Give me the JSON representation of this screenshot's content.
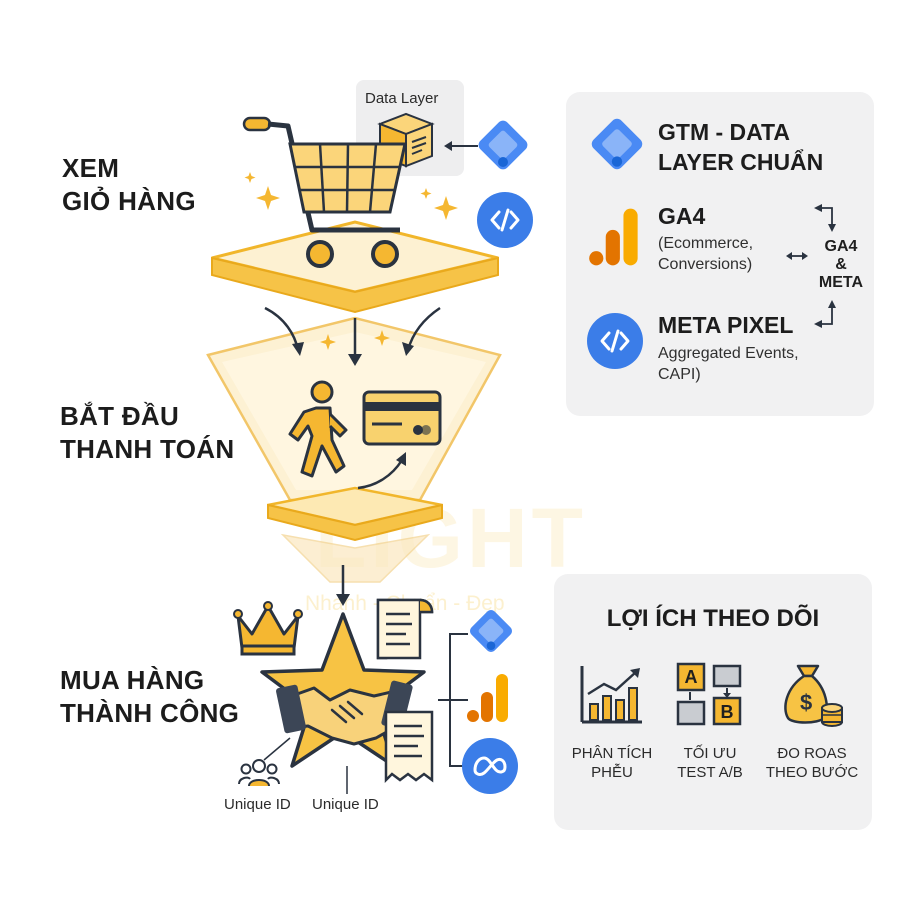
{
  "steps": {
    "view_cart": [
      "XEM",
      "GIỎ HÀNG"
    ],
    "checkout": [
      "BẮT ĐẦU",
      "THANH TOÁN"
    ],
    "purchase": [
      "MUA HÀNG",
      "THÀNH CÔNG"
    ]
  },
  "data_layer_label": "Data Layer",
  "unique_id_1": "Unique ID",
  "unique_id_2": "Unique ID",
  "tracking_panel": {
    "gtm_title": [
      "GTM - DATA",
      "LAYER CHUẨN"
    ],
    "ga4_title": "GA4",
    "ga4_sub": [
      "(Ecommerce,",
      "Conversions)"
    ],
    "link_label": [
      "GA4",
      "&",
      "META"
    ],
    "meta_title": "META PIXEL",
    "meta_sub": [
      "Aggregated Events,",
      "CAPI)"
    ]
  },
  "benefits_panel": {
    "title": "LỢI ÍCH THEO DÕI",
    "items": [
      {
        "label": [
          "PHÂN TÍCH",
          "PHỄU"
        ]
      },
      {
        "label": [
          "TỐI ƯU",
          "TEST A/B"
        ]
      },
      {
        "label": [
          "ĐO ROAS",
          "THEO BƯỚC"
        ]
      }
    ],
    "ab_letters": [
      "A",
      "B"
    ]
  },
  "watermark": {
    "brand": "LIGHT",
    "tagline": "Nhanh - Chuẩn - Đẹp"
  },
  "colors": {
    "gold": "#f5b731",
    "gold_light": "#fde7b0",
    "blue": "#3b7de8",
    "ga4_orange": "#f9ab00",
    "panel_bg": "#f1f1f2"
  }
}
